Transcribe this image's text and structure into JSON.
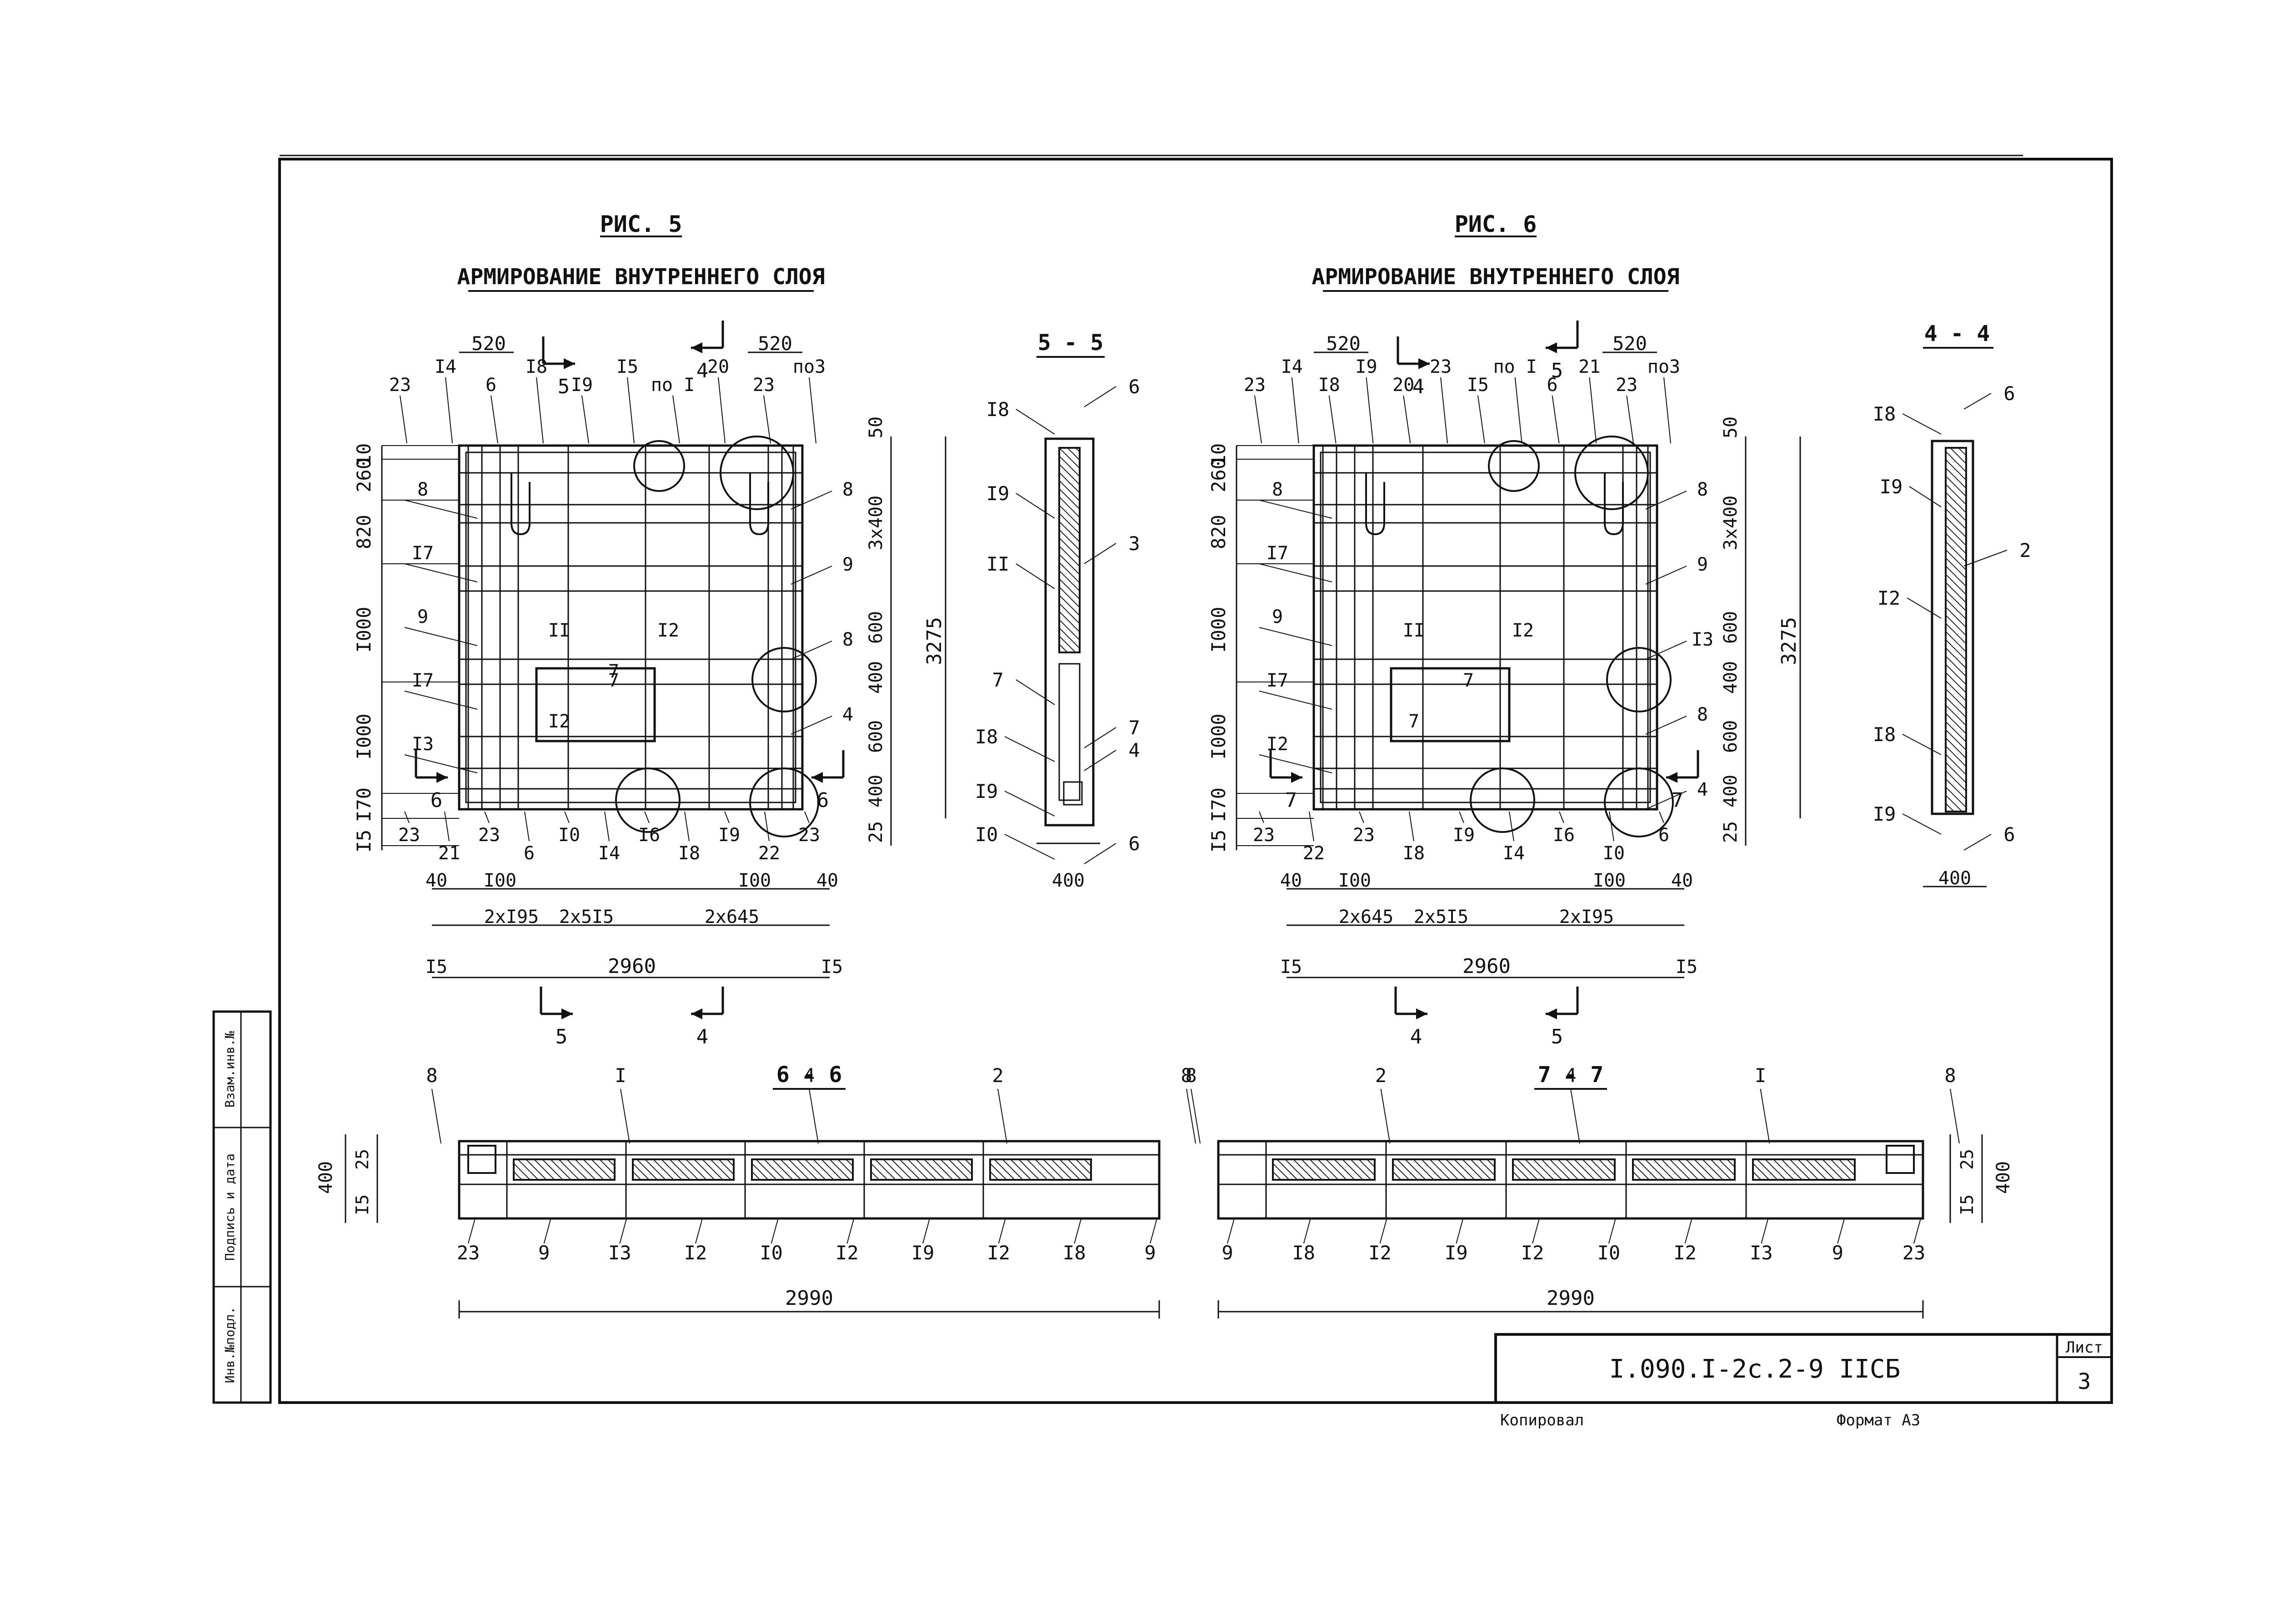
{
  "sheet": {
    "doc_code": "I.090.I-2c.2-9 IICБ",
    "list_label": "Лист",
    "list_number": "3",
    "copied_label": "Копировал",
    "format_label": "Формат А3",
    "side_stamp": [
      "Взам.инв.№",
      "Подпись и дата",
      "Инв.№подл."
    ]
  },
  "fig5": {
    "title": "РИС. 5",
    "subtitle": "АРМИРОВАНИЕ ВНУТРЕННЕГО СЛОЯ",
    "left_dims": [
      "10",
      "260",
      "820",
      "I000",
      "I000",
      "I70",
      "I5"
    ],
    "right_dims": [
      "50",
      "3x400",
      "600",
      "400",
      "600",
      "400",
      "25"
    ],
    "overall_height": "3275",
    "top_dims": [
      "520",
      "520"
    ],
    "bottom_dims_row1": [
      "40",
      "I00",
      "I00",
      "40"
    ],
    "bottom_dims_row2": [
      "2xI95",
      "2x5I5",
      "2x645"
    ],
    "overall_width": "2960",
    "edge_dims": [
      "I5",
      "I5"
    ],
    "labels_top": [
      "23",
      "I4",
      "6",
      "I8",
      "I9",
      "I5",
      "по I",
      "20",
      "23",
      "по3"
    ],
    "labels_left": [
      "8",
      "I7",
      "9",
      "I7",
      "I3"
    ],
    "labels_right": [
      "8",
      "9",
      "8",
      "4"
    ],
    "labels_inside": [
      "II",
      "7",
      "I2",
      "I2",
      "7"
    ],
    "labels_bottom": [
      "23",
      "21",
      "23",
      "6",
      "I0",
      "I4",
      "I6",
      "I8",
      "I9",
      "22",
      "23"
    ],
    "section_marks": [
      "5",
      "4",
      "6",
      "6",
      "5",
      "4"
    ]
  },
  "fig6": {
    "title": "РИС. 6",
    "subtitle": "АРМИРОВАНИЕ ВНУТРЕННЕГО СЛОЯ",
    "left_dims": [
      "10",
      "260",
      "820",
      "I000",
      "I000",
      "I70",
      "I5"
    ],
    "right_dims": [
      "50",
      "3x400",
      "600",
      "400",
      "600",
      "400",
      "25"
    ],
    "overall_height": "3275",
    "top_dims": [
      "520",
      "520"
    ],
    "bottom_dims_row1": [
      "40",
      "I00",
      "I00",
      "40"
    ],
    "bottom_dims_row2": [
      "2x645",
      "2x5I5",
      "2xI95"
    ],
    "overall_width": "2960",
    "edge_dims": [
      "I5",
      "I5"
    ],
    "labels_top": [
      "23",
      "I4",
      "I8",
      "I9",
      "20",
      "23",
      "I5",
      "по I",
      "6",
      "21",
      "23",
      "по3"
    ],
    "labels_left": [
      "8",
      "I7",
      "9",
      "I7",
      "I2"
    ],
    "labels_right": [
      "8",
      "9",
      "I3",
      "8",
      "4"
    ],
    "labels_inside": [
      "II",
      "7",
      "I2",
      "7"
    ],
    "labels_bottom": [
      "23",
      "22",
      "23",
      "I8",
      "I9",
      "I4",
      "I6",
      "I0",
      "6"
    ],
    "section_marks": [
      "4",
      "5",
      "7",
      "7",
      "4",
      "5"
    ]
  },
  "sec55": {
    "title": "5 - 5",
    "labels": [
      "I8",
      "I9",
      "II",
      "7",
      "I8",
      "I9",
      "I0",
      "6",
      "3",
      "7",
      "4",
      "6"
    ],
    "width": "400"
  },
  "sec44": {
    "title": "4 - 4",
    "labels": [
      "I8",
      "I9",
      "I2",
      "I8",
      "I9",
      "6",
      "2",
      "6"
    ],
    "width": "400"
  },
  "sec66": {
    "title": "6 - 6",
    "labels_top": [
      "8",
      "I",
      "4",
      "2",
      "8"
    ],
    "labels_bottom": [
      "23",
      "9",
      "I3",
      "I2",
      "I0",
      "I2",
      "I9",
      "I2",
      "I8",
      "9"
    ],
    "dims_left": [
      "400",
      "25",
      "I5"
    ],
    "length": "2990"
  },
  "sec77": {
    "title": "7 - 7",
    "labels_top": [
      "8",
      "2",
      "4",
      "I",
      "8"
    ],
    "labels_bottom": [
      "9",
      "I8",
      "I2",
      "I9",
      "I2",
      "I0",
      "I2",
      "I3",
      "9",
      "23"
    ],
    "dims_right": [
      "25",
      "I5",
      "400"
    ],
    "length": "2990"
  }
}
